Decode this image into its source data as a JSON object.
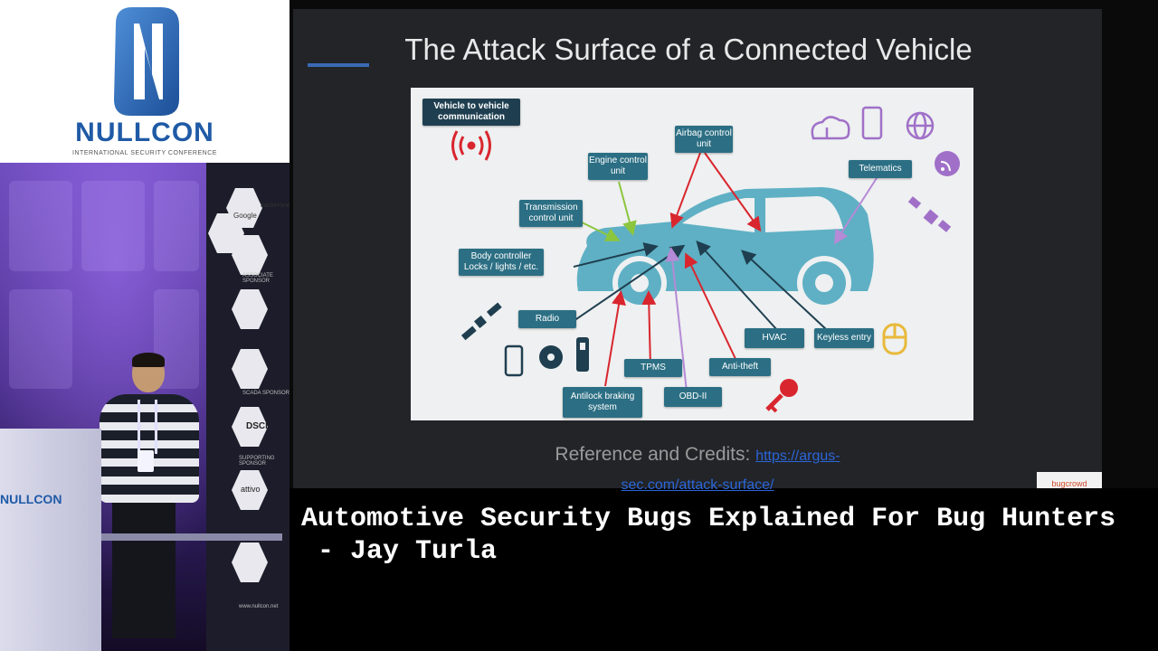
{
  "logo": {
    "name": "NULLCON",
    "subtitle": "INTERNATIONAL SECURITY CONFERENCE",
    "icon": "nullcon-n-logo"
  },
  "scene": {
    "podium_logo": "NULLCON",
    "sponsor_labels": [
      "Google",
      "hackerone",
      "ASSOCIATE SPONSOR",
      "SCADA SPONSOR",
      "DSCI",
      "SUPPORTING SPONSOR",
      "attivo",
      "www.nullcon.net"
    ]
  },
  "slide": {
    "title": "The Attack Surface of a Connected Vehicle",
    "credits_text": "Reference and Credits: ",
    "credits_link_part1": "https://argus-",
    "credits_link_part2": "sec.com/attack-surface/",
    "watermark": "bugcrowd"
  },
  "diagram": {
    "labels": {
      "v2v": "Vehicle to vehicle communication",
      "engine": "Engine control unit",
      "airbag": "Airbag control unit",
      "telematics": "Telematics",
      "transmission": "Transmission control unit",
      "body": "Body controller Locks / lights / etc.",
      "radio": "Radio",
      "tpms": "TPMS",
      "antilock": "Antilock braking system",
      "obd": "OBD-II",
      "antitheft": "Anti-theft",
      "hvac": "HVAC",
      "keyless": "Keyless entry"
    },
    "colors": {
      "car": "#5fb0c4",
      "label": "#2c6f84",
      "arrow_dark": "#1f3f50",
      "arrow_red": "#d9262e",
      "arrow_green": "#8cc63f",
      "arrow_purple": "#b58ad6",
      "icon_purple": "#a070c8",
      "icon_yellow": "#e8b93a",
      "wireless_red": "#d9262e"
    }
  },
  "caption": {
    "line1": "Automotive Security Bugs Explained For Bug Hunters",
    "line2": " - Jay Turla"
  }
}
